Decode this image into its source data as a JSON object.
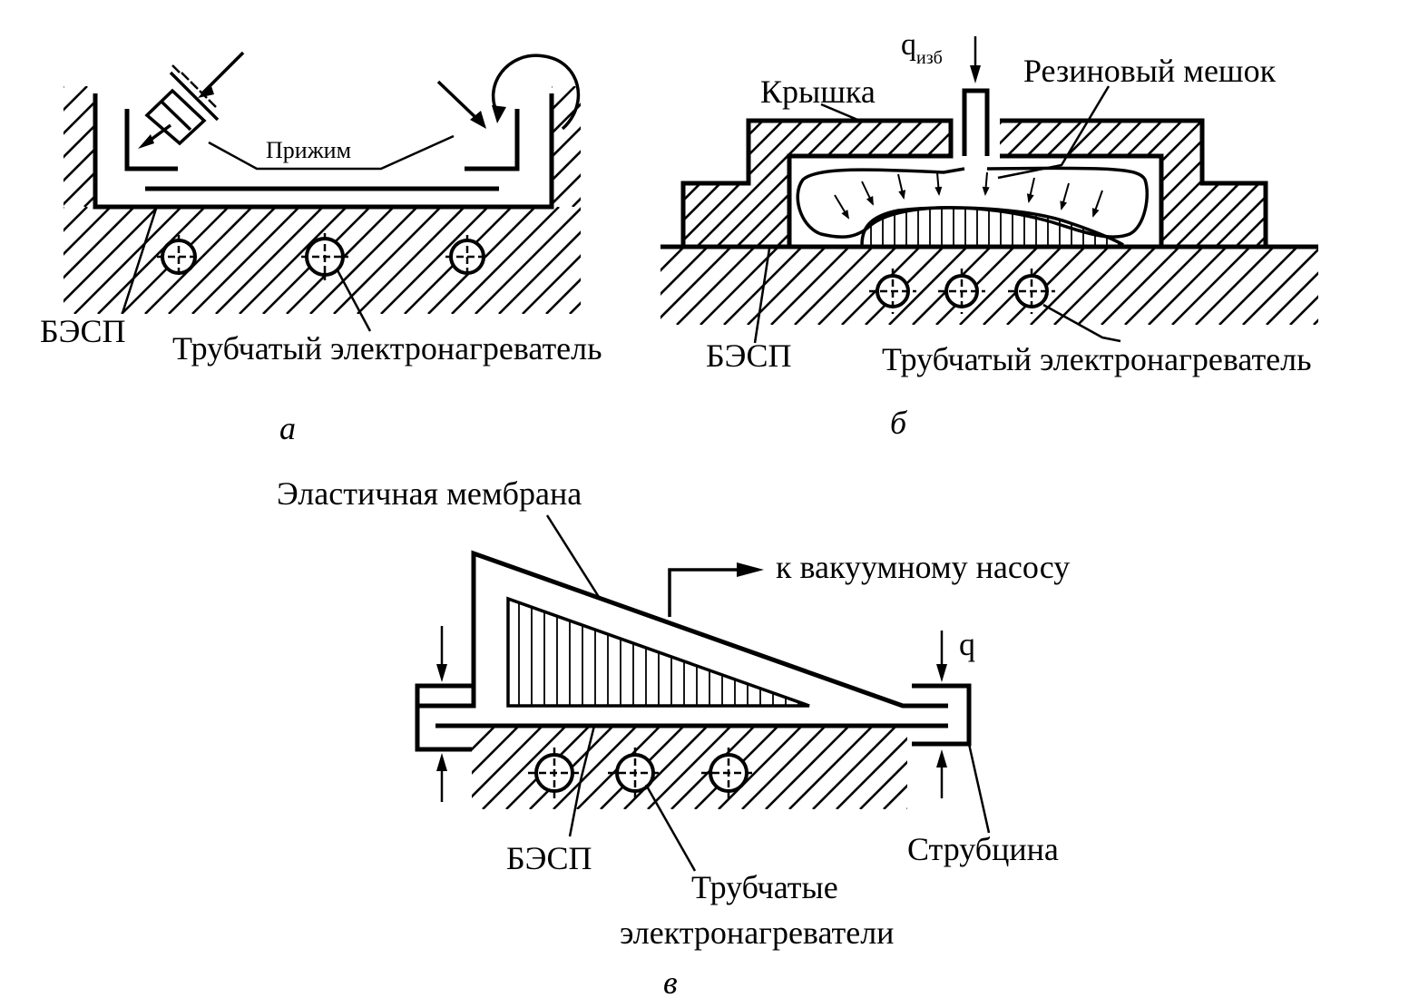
{
  "diagram_a": {
    "caption": "а",
    "labels": {
      "clamp": "Прижим",
      "besp": "БЭСП",
      "heater": "Трубчатый электронагреватель"
    }
  },
  "diagram_b": {
    "caption": "б",
    "labels": {
      "pressure": "q",
      "pressure_sub": "изб",
      "lid": "Крышка",
      "rubber_bag": "Резиновый мешок",
      "besp": "БЭСП",
      "heater": "Трубчатый электронагреватель"
    }
  },
  "diagram_c": {
    "caption": "в",
    "labels": {
      "membrane": "Эластичная мембрана",
      "vacuum": "к вакуумному насосу",
      "pressure": "q",
      "besp": "БЭСП",
      "heaters_line1": "Трубчатые",
      "heaters_line2": "электронагреватели",
      "clamp": "Струбцина"
    }
  }
}
